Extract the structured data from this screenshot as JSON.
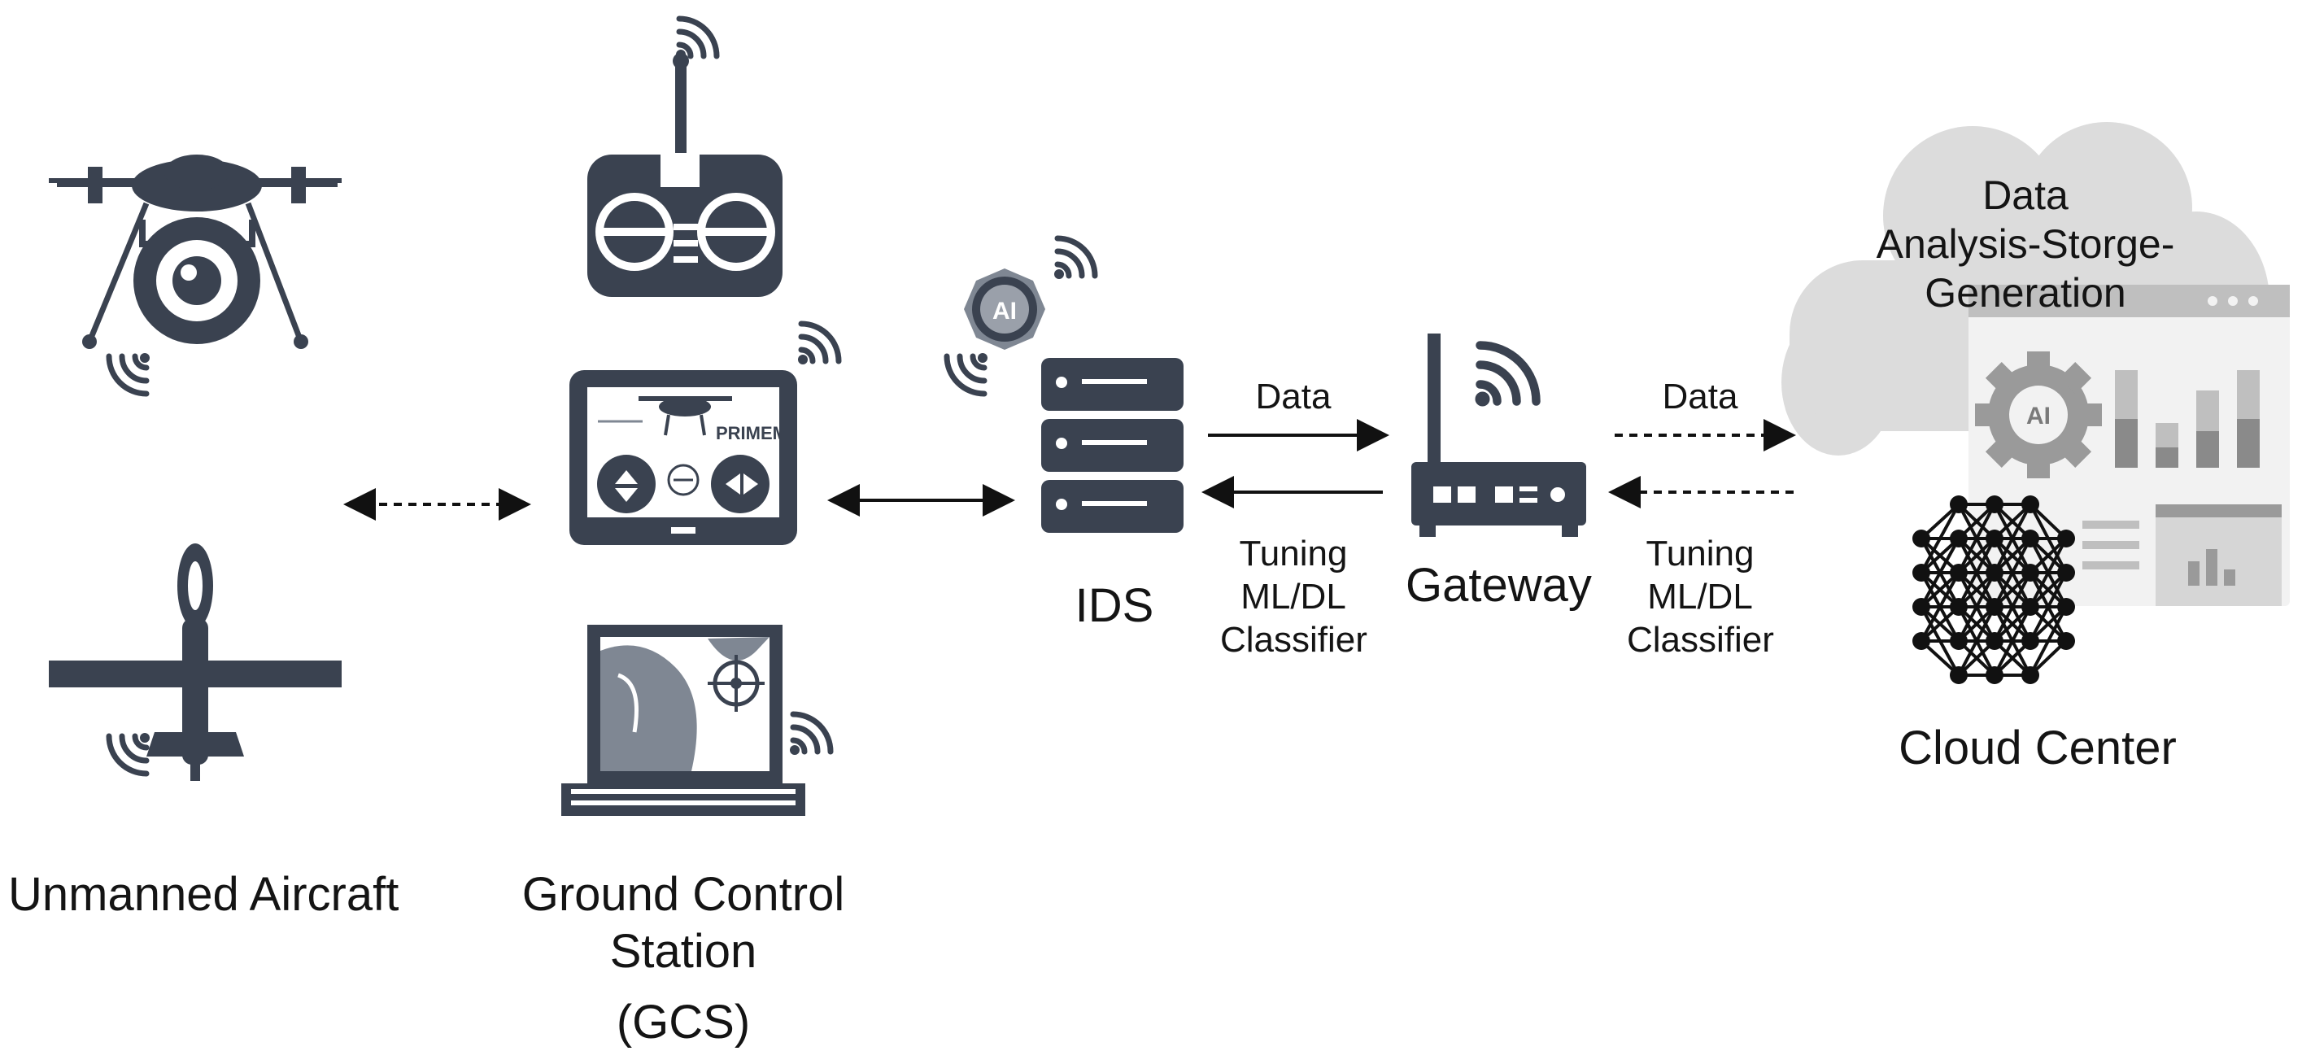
{
  "labels": {
    "unmanned_aircraft": "Unmanned Aircraft",
    "gcs_line1": "Ground Control Station",
    "gcs_line2": "(GCS)",
    "ids": "IDS",
    "gateway": "Gateway",
    "cloud_center": "Cloud Center",
    "cloud_title_line1": "Data",
    "cloud_title_line2": "Analysis-Storge-Generation",
    "ids_to_gateway": "Data",
    "gateway_to_ids_line1": "Tuning",
    "gateway_to_ids_line2": "ML/DL",
    "gateway_to_ids_line3": "Classifier",
    "gateway_to_cloud": "Data",
    "cloud_to_gateway_line1": "Tuning",
    "cloud_to_gateway_line2": "ML/DL",
    "cloud_to_gateway_line3": "Classifier",
    "ai_badge": "AI",
    "tablet_brand": "PRIMEM",
    "cloud_ai_badge": "AI"
  },
  "colors": {
    "icon": "#3a4250",
    "icon_light": "#7f8793",
    "cloud": "#dcdcdc",
    "panel": "#bfbfbf",
    "panel_dark": "#8a8a8a",
    "gear": "#9a9a9a",
    "arrow": "#111111"
  },
  "icons": [
    "quadcopter-drone-icon",
    "fixed-wing-uav-icon",
    "remote-controller-icon",
    "tablet-controller-icon",
    "laptop-map-icon",
    "ai-chip-icon",
    "server-rack-icon",
    "wifi-router-icon",
    "cloud-icon",
    "neural-network-icon",
    "dashboard-window-icon",
    "wifi-signal-icon"
  ]
}
